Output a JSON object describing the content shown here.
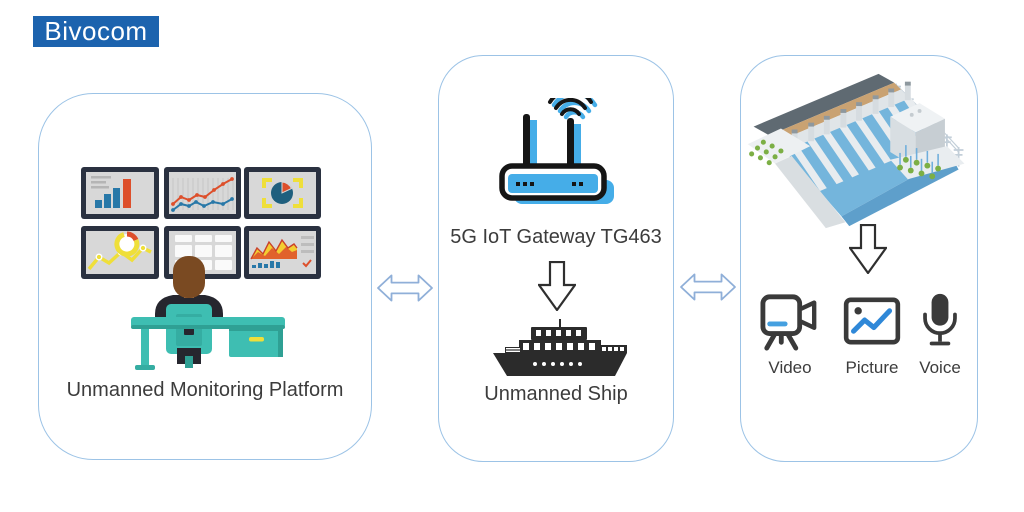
{
  "logo": {
    "text": "Bivocom",
    "bg_color": "#1C63AE",
    "text_color": "#FFFFFF"
  },
  "panels": {
    "left": {
      "label": "Unmanned Monitoring Platform",
      "icons": [
        "monitor-wall-icon",
        "operator-at-desk-icon"
      ]
    },
    "middle": {
      "gateway_label": "5G IoT Gateway TG463",
      "ship_label": "Unmanned Ship",
      "icons": [
        "wireless-router-icon",
        "down-arrow-icon",
        "ship-icon"
      ]
    },
    "right": {
      "icons": [
        "hydropower-dam-icon",
        "down-arrow-icon"
      ],
      "media": [
        {
          "label": "Video",
          "icon": "video-camera-icon"
        },
        {
          "label": "Picture",
          "icon": "picture-icon"
        },
        {
          "label": "Voice",
          "icon": "microphone-icon"
        }
      ]
    }
  },
  "connectors": {
    "left_middle": "bidirectional-arrow-icon",
    "middle_right": "bidirectional-arrow-icon"
  },
  "colors": {
    "panel_border": "#9CC3E6",
    "connector_arrow": "#8FAFD8",
    "logo_bg": "#1C63AE",
    "label_text": "#3C3C3C",
    "router_blue": "#45ADE8",
    "desk_teal": "#3EBEB2",
    "chart_blue": "#2878A8",
    "chart_red": "#DD4F2B",
    "chart_yellow": "#EFDF3A",
    "dam_water_blue": "#74B5DC",
    "tree_green": "#7CAF45"
  }
}
